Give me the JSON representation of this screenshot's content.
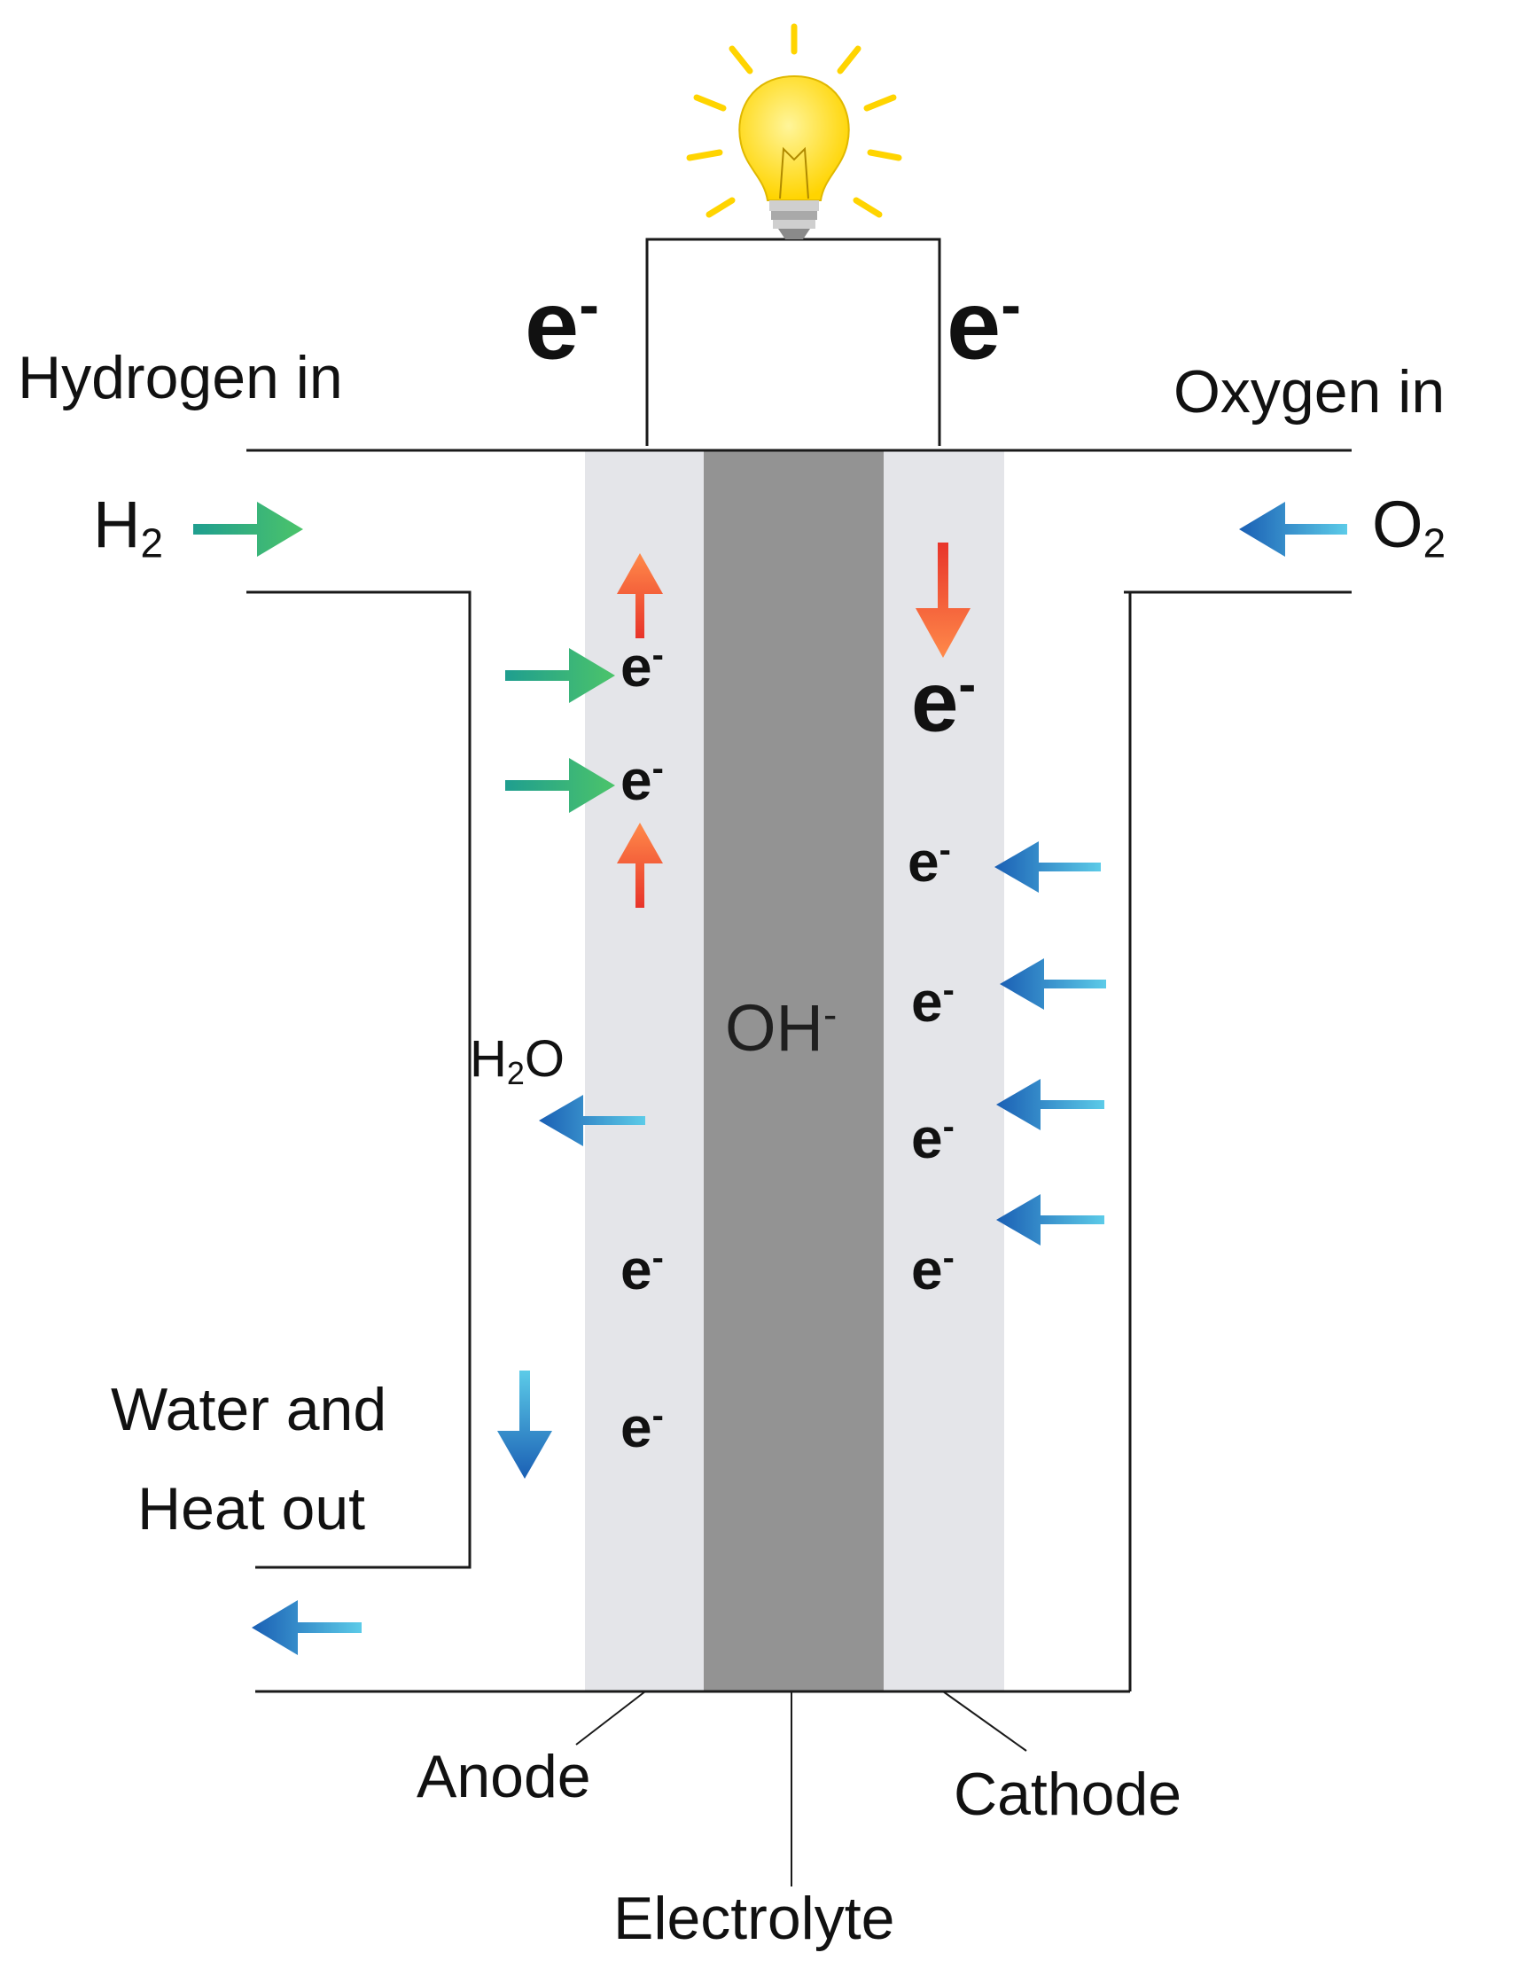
{
  "labels": {
    "hydrogen_in": "Hydrogen in",
    "oxygen_in": "Oxygen in",
    "h2": {
      "base": "H",
      "sub": "2"
    },
    "o2": {
      "base": "O",
      "sub": "2"
    },
    "h2o": {
      "a": "H",
      "sub": "2",
      "b": "O"
    },
    "oh": {
      "base": "OH",
      "sup": "-"
    },
    "electron": {
      "base": "e",
      "sup": "-"
    },
    "water_heat_out": {
      "line1": "Water and",
      "line2": "Heat out"
    },
    "anode": "Anode",
    "electrolyte": "Electrolyte",
    "cathode": "Cathode"
  },
  "colors": {
    "electrode": "#e4e5e9",
    "electrolyte": "#939393",
    "outline": "#1a1a1a",
    "green_arrow": "#3cb371",
    "teal_arrow": "#1f9e8f",
    "blue_arrow": "#1e6fc0",
    "cyan_arrow": "#4fc3e8",
    "orange_arrow": "#ff7a3d",
    "red_arrow": "#ee3b2f",
    "bulb": "#ffe31a"
  },
  "icons": [
    "light-bulb-icon",
    "arrow-right-icon",
    "arrow-left-icon",
    "arrow-up-icon",
    "arrow-down-icon"
  ]
}
